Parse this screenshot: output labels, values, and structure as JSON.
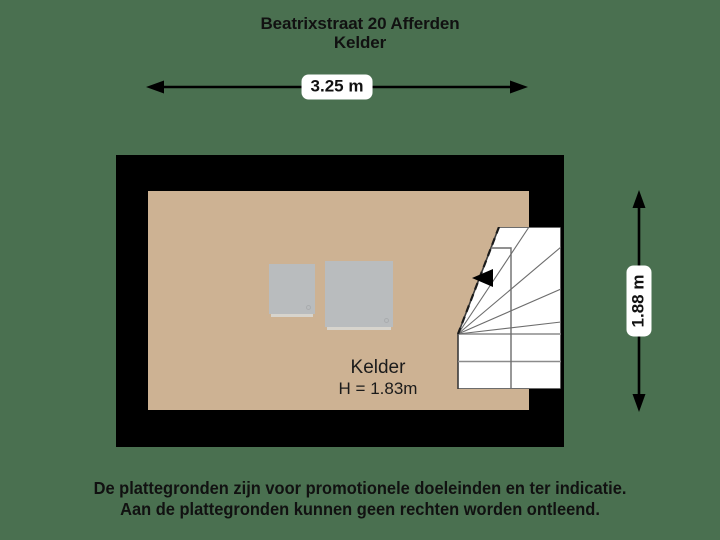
{
  "page": {
    "background_color": "#4a7050",
    "wall_color": "#000000",
    "floor_color": "#cdb293",
    "appliance_color": "#b9bcbe",
    "text_color": "#111111"
  },
  "header": {
    "address": "Beatrixstraat 20 Afferden",
    "floor_name": "Kelder"
  },
  "dimensions": {
    "width_label": "3.25 m",
    "height_label": "1.88 m"
  },
  "plan": {
    "room": {
      "name": "Kelder",
      "height_label": "H = 1.83m"
    },
    "features": {
      "appliance_left": "appliance",
      "appliance_right": "appliance",
      "staircase": "winder-staircase",
      "direction_arrow": "stair-direction-arrow"
    }
  },
  "footer": {
    "line1": "De plattegronden zijn voor promotionele doeleinden en ter indicatie.",
    "line2": "Aan de plattegronden kunnen geen rechten worden ontleend."
  }
}
